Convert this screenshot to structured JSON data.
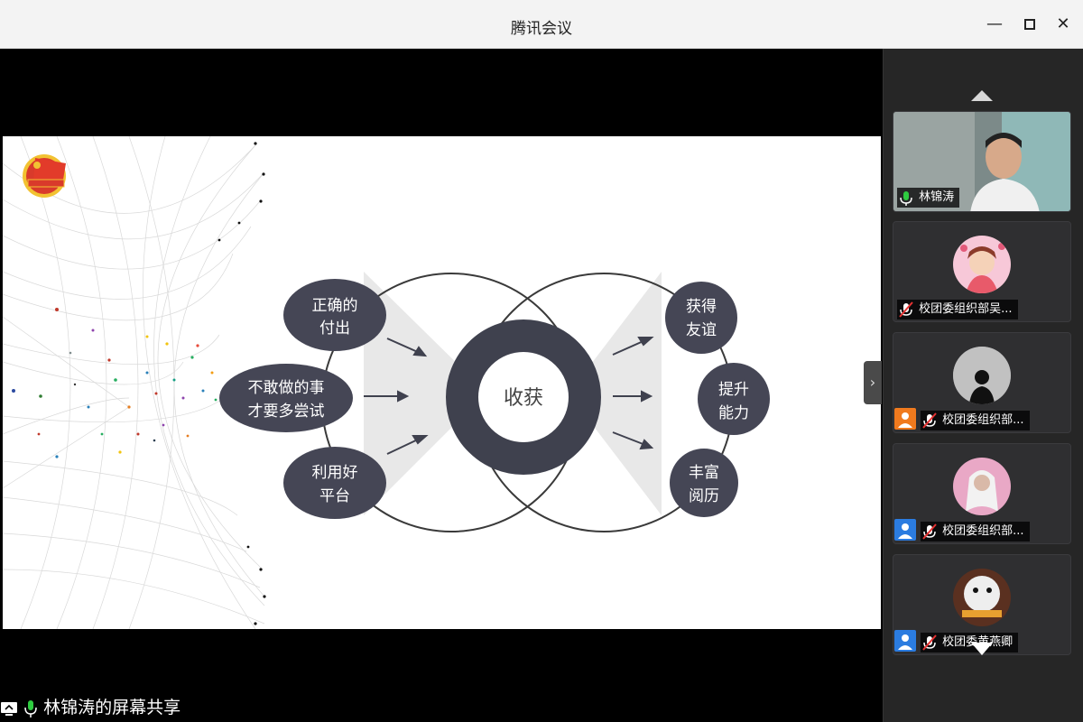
{
  "window": {
    "title": "腾讯会议",
    "minimize_glyph": "—",
    "close_glyph": "✕"
  },
  "share": {
    "sharer_label": "林锦涛的屏幕共享"
  },
  "slide": {
    "center_label": "收获",
    "left_items": [
      {
        "line1": "正确的",
        "line2": "付出"
      },
      {
        "line1": "不敢做的事",
        "line2": "才要多尝试"
      },
      {
        "line1": "利用好",
        "line2": "平台"
      }
    ],
    "right_items": [
      {
        "line1": "获得",
        "line2": "友谊"
      },
      {
        "line1": "提升",
        "line2": "能力"
      },
      {
        "line1": "丰富",
        "line2": "阅历"
      }
    ],
    "colors": {
      "node": "#454655",
      "ring": "#3f414e",
      "circle_stroke": "#3a3a3a",
      "funnel": "#e8e8e8"
    }
  },
  "participants": [
    {
      "name": "林锦涛",
      "type": "video",
      "mic": "on",
      "role_icon": null
    },
    {
      "name": "校团委组织部吴...",
      "type": "avatar",
      "mic": "muted",
      "role_icon": null
    },
    {
      "name": "校团委组织部...",
      "type": "avatar",
      "mic": "muted",
      "role_icon": "orange-person-icon"
    },
    {
      "name": "校团委组织部...",
      "type": "avatar",
      "mic": "muted",
      "role_icon": "blue-person-icon"
    },
    {
      "name": "校团委黄燕卿",
      "type": "avatar",
      "mic": "muted",
      "role_icon": "blue-person-icon"
    }
  ],
  "sidebar": {
    "collapse_glyph": "›"
  }
}
